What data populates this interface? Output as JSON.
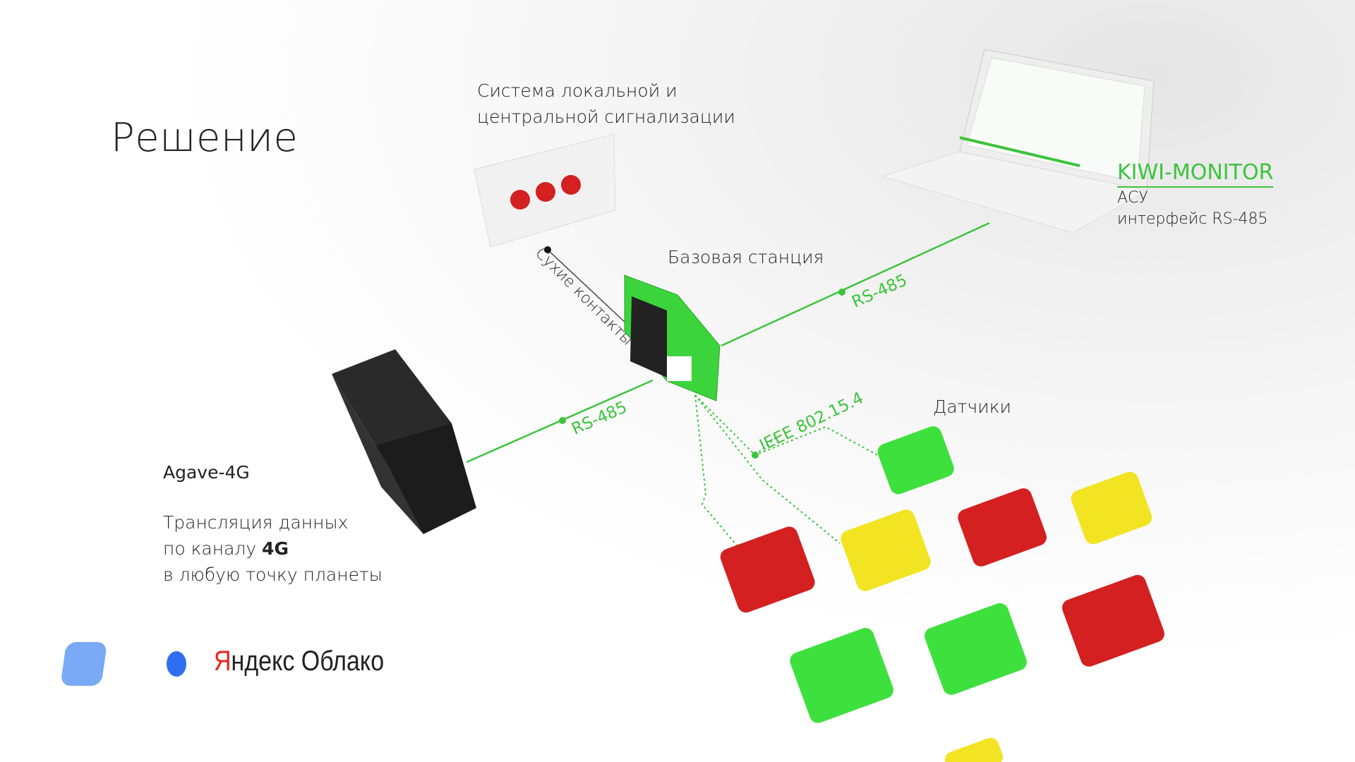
{
  "title": "Решение",
  "alarm": {
    "line1": "Система локальной и",
    "line2": "центральной сигнализации"
  },
  "base_station": {
    "label": "Базовая станция"
  },
  "dry_contacts": {
    "label": "Сухие контакты"
  },
  "kiwi": {
    "name": "KIWI-MONITOR",
    "line1": "АСУ",
    "line2": "интерфейс RS-485"
  },
  "links": {
    "rs485_right": "RS-485",
    "rs485_left": "RS-485",
    "ieee": "IEEE 802.15.4"
  },
  "sensors": {
    "label": "Датчики"
  },
  "agave": {
    "name": "Agave-4G",
    "line1": "Трансляция данных",
    "line2_pre": "по каналу ",
    "line2_bold": "4G",
    "line3": "в любую точку планеты"
  },
  "yandex": {
    "brand_red": "Я",
    "brand_rest": "ндекс",
    "product": "Облако"
  },
  "colors": {
    "accent": "#3cc43c",
    "red": "#d42020",
    "yellow": "#f0e020",
    "blue": "#3a7bf0"
  }
}
